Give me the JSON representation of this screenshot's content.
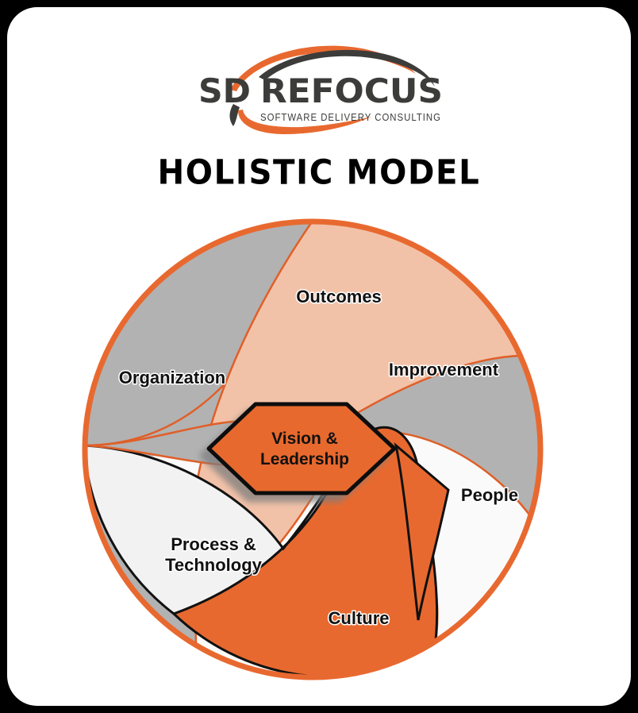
{
  "page": {
    "background_color": "#000000",
    "card_background_color": "#ffffff"
  },
  "logo": {
    "name": "sd-refocus-logo",
    "primary_text": "SD REFOCUS",
    "word1": "SD",
    "word2": "REFOCUS",
    "tagline": "SOFTWARE DELIVERY CONSULTING",
    "accent_color": "#E8692F",
    "dark_color": "#3C3C3B"
  },
  "title": {
    "text": "HOLISTIC MODEL"
  },
  "colors": {
    "orange": "#E8692F",
    "orange_stroke": "#E05F28",
    "peach": "#F2C2A8",
    "gray": "#B2B2B2",
    "offwhite": "#F2F2F2",
    "white": "#FAFAFA",
    "outline": "#111111",
    "shadow": "#9A9A9A"
  },
  "diagram": {
    "name": "holistic-model-iris-diagram",
    "type": "iris-shutter-segments",
    "center_node": {
      "name": "vision-and-leadership",
      "label_line1": "Vision &",
      "label_line2": "Leadership",
      "fill": "#E8692F",
      "shape": "hexagon"
    },
    "segments": [
      {
        "name": "outcomes",
        "label": "Outcomes",
        "fill": "#F2C2A8",
        "label_lines": [
          "Outcomes"
        ]
      },
      {
        "name": "improvement",
        "label": "Improvement",
        "fill": "#B2B2B2",
        "label_lines": [
          "Improvement"
        ]
      },
      {
        "name": "people",
        "label": "People",
        "fill": "#FAFAFA",
        "label_lines": [
          "People"
        ]
      },
      {
        "name": "culture",
        "label": "Culture",
        "fill": "#E8692F",
        "label_lines": [
          "Culture"
        ]
      },
      {
        "name": "process-technology",
        "label": "Process & Technology",
        "fill": "#F2F2F2",
        "label_lines": [
          "Process &",
          "Technology"
        ]
      },
      {
        "name": "organization",
        "label": "Organization",
        "fill": "#B2B2B2",
        "label_lines": [
          "Organization"
        ]
      }
    ]
  },
  "chart_data": {
    "type": "pie",
    "title": "HOLISTIC MODEL",
    "subtitle": "",
    "xlabel": "",
    "ylabel": "",
    "legend_position": "none",
    "grid": false,
    "categories": [
      "Outcomes",
      "Improvement",
      "People",
      "Culture",
      "Process & Technology",
      "Organization"
    ],
    "values": [
      1,
      1,
      1,
      1,
      1,
      1
    ],
    "colors": [
      "#F2C2A8",
      "#B2B2B2",
      "#FAFAFA",
      "#E8692F",
      "#F2F2F2",
      "#B2B2B2"
    ],
    "center_label": "Vision & Leadership",
    "annotations": [
      "Vision & Leadership sits at the centre of the six overlapping iris blades"
    ]
  }
}
